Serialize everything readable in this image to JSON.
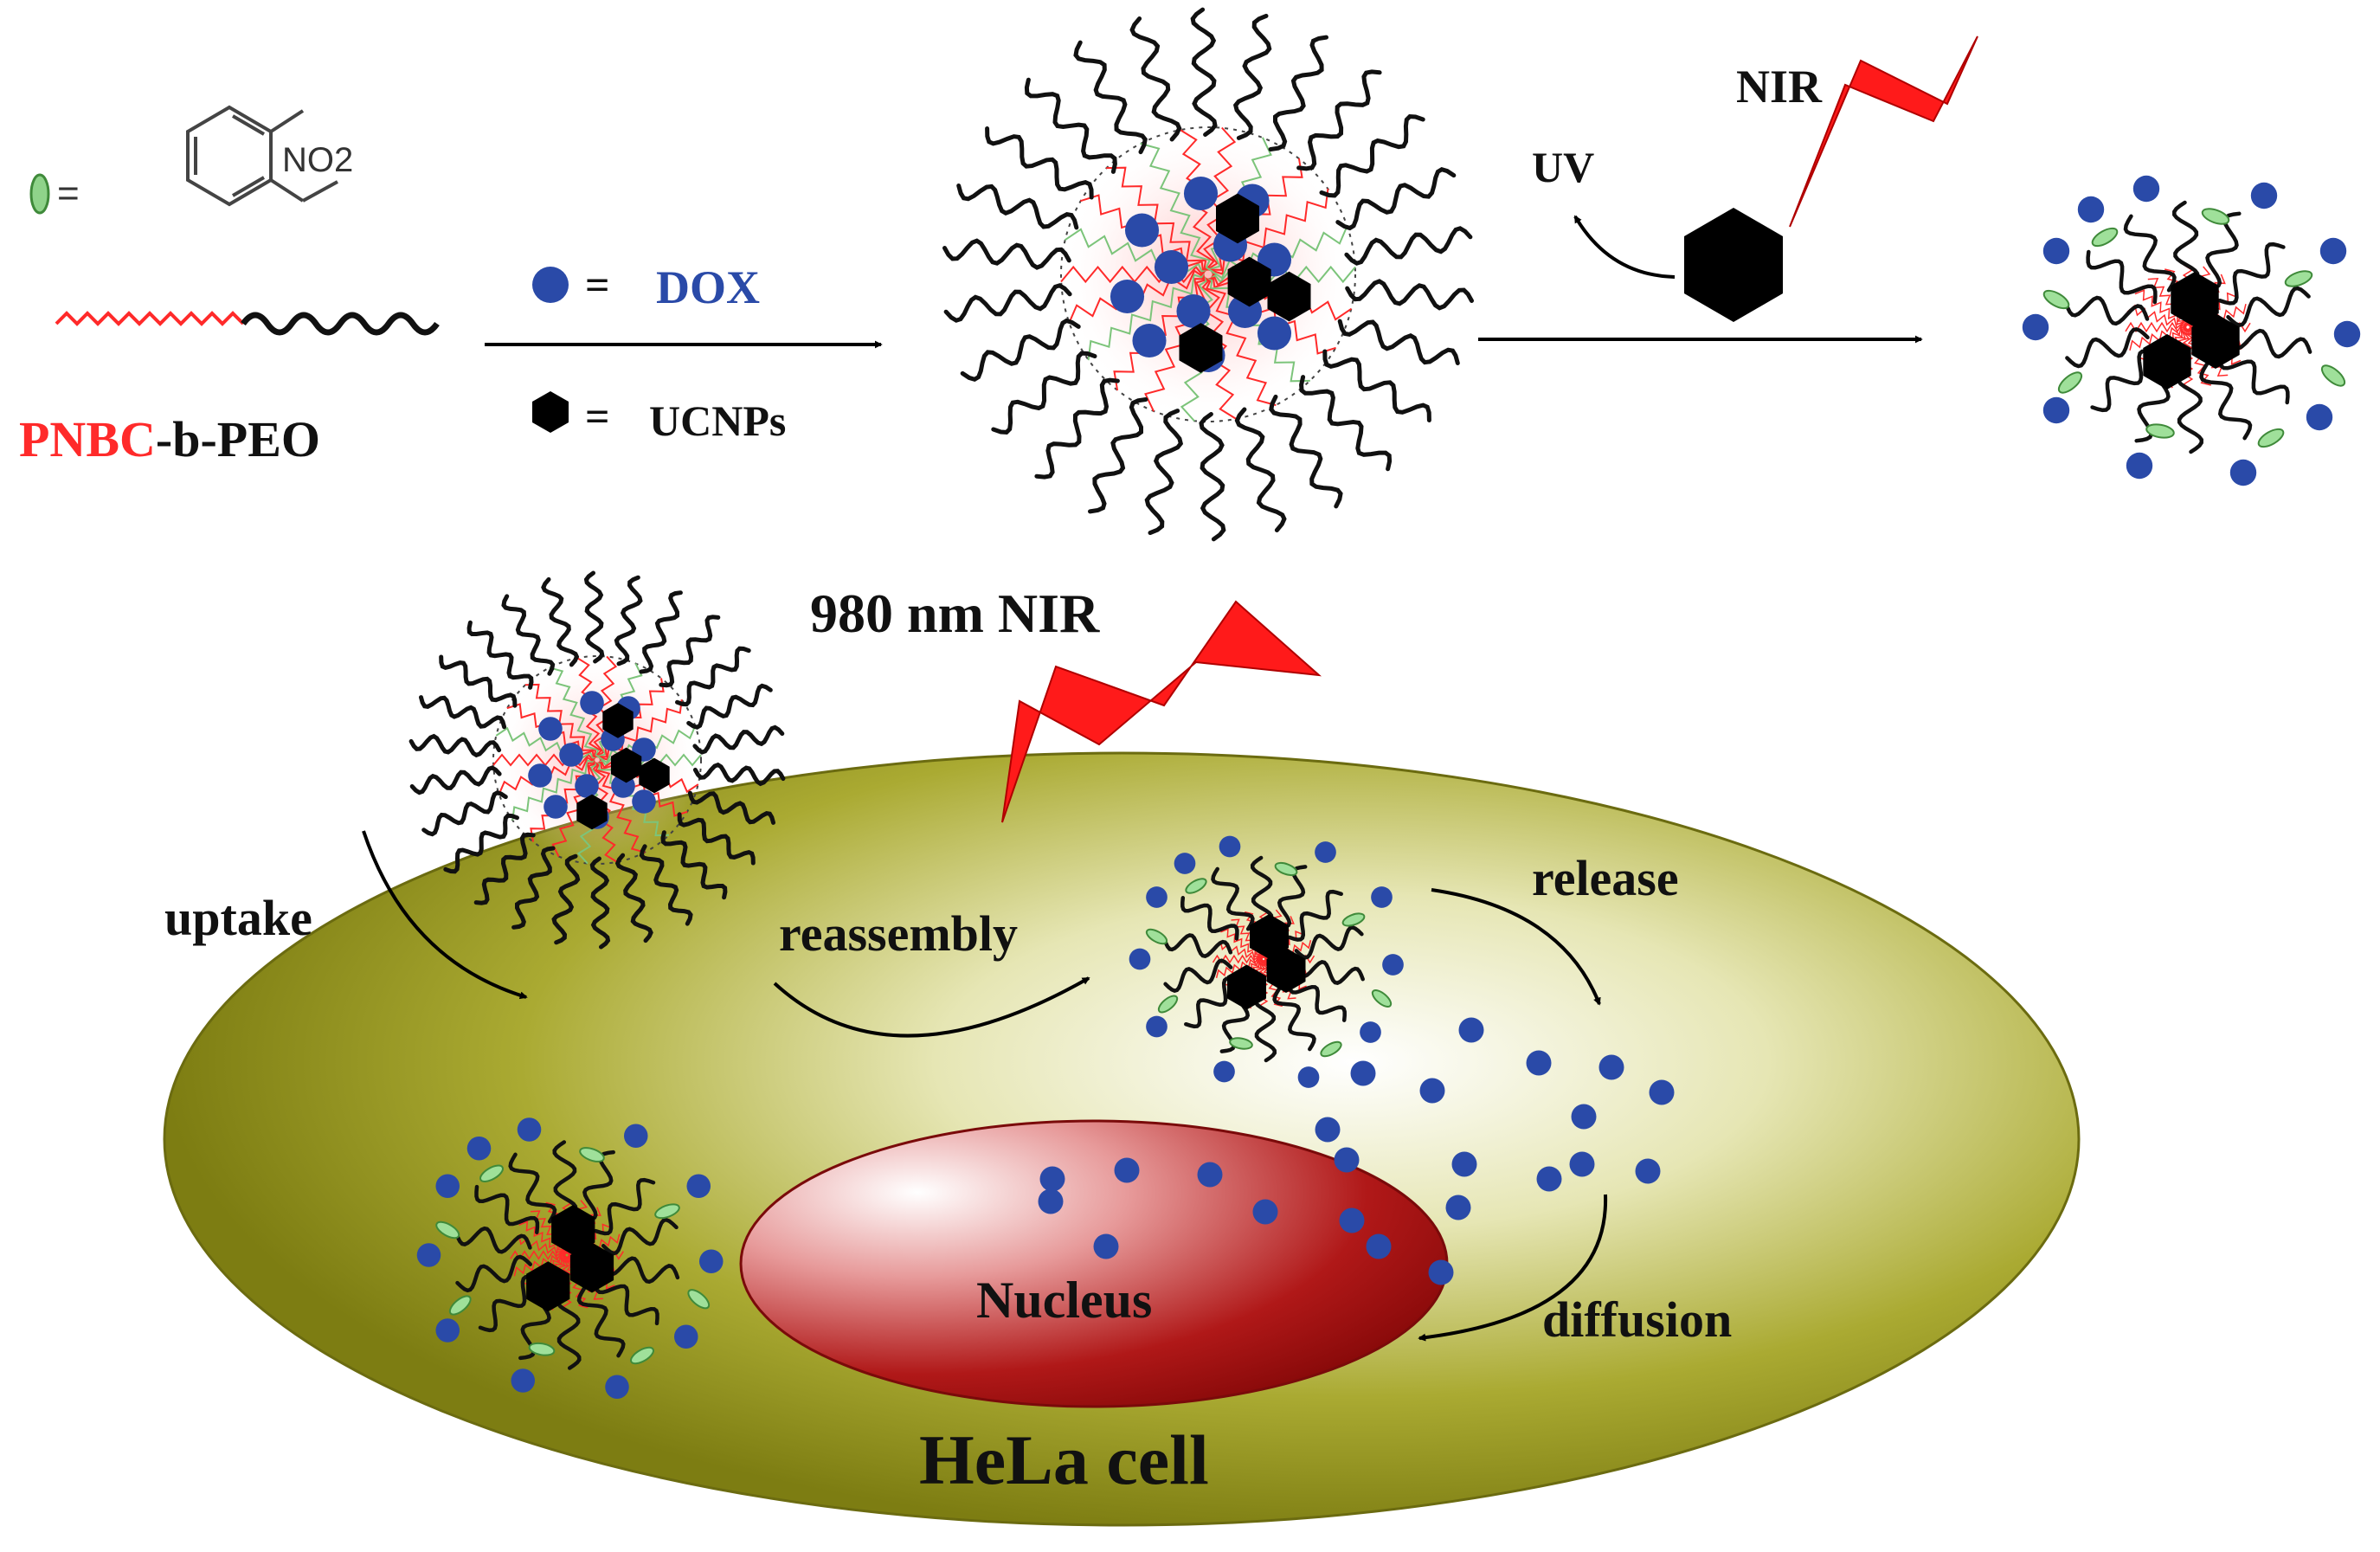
{
  "legend": {
    "nitrobenzyl_group": "NO2",
    "nitrobenzyl_prefix": "=",
    "polymer_red": "PNBC",
    "polymer_black": "-b-PEO",
    "dox_prefix": "=",
    "dox_label": "DOX",
    "ucnp_prefix": "=",
    "ucnp_label": "UCNPs"
  },
  "top_process": {
    "nir_label": "NIR",
    "uv_label": "UV"
  },
  "cell_process": {
    "laser_label": "980 nm NIR",
    "uptake_label": "uptake",
    "reassembly_label": "reassembly",
    "release_label": "release",
    "diffusion_label": "diffusion",
    "nucleus_label": "Nucleus",
    "cell_label": "HeLa cell"
  },
  "colors": {
    "pnbc_red": "#ff2a2a",
    "dox_blue": "#2a4aa8",
    "ucnp_black": "#000000",
    "o_nitrobenzyl_green": "#7cc47a",
    "cell_olive": "#9a9a1a",
    "nucleus_red": "#b01818",
    "lightning_red": "#ff1a1a"
  }
}
